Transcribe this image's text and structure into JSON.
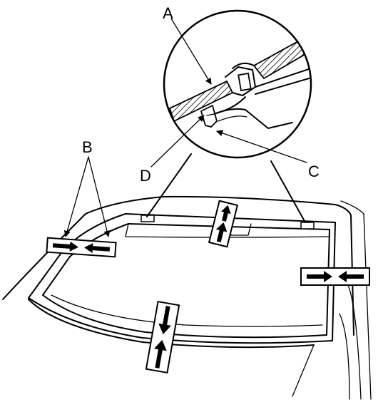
{
  "callouts": {
    "a": "A",
    "b": "B",
    "c": "C",
    "d": "D"
  },
  "icons": {
    "arrow_pair": "inward-push-arrows-icon",
    "clip": "windshield-clip-icon"
  },
  "colors": {
    "ink": "#000000",
    "paper": "#ffffff"
  }
}
